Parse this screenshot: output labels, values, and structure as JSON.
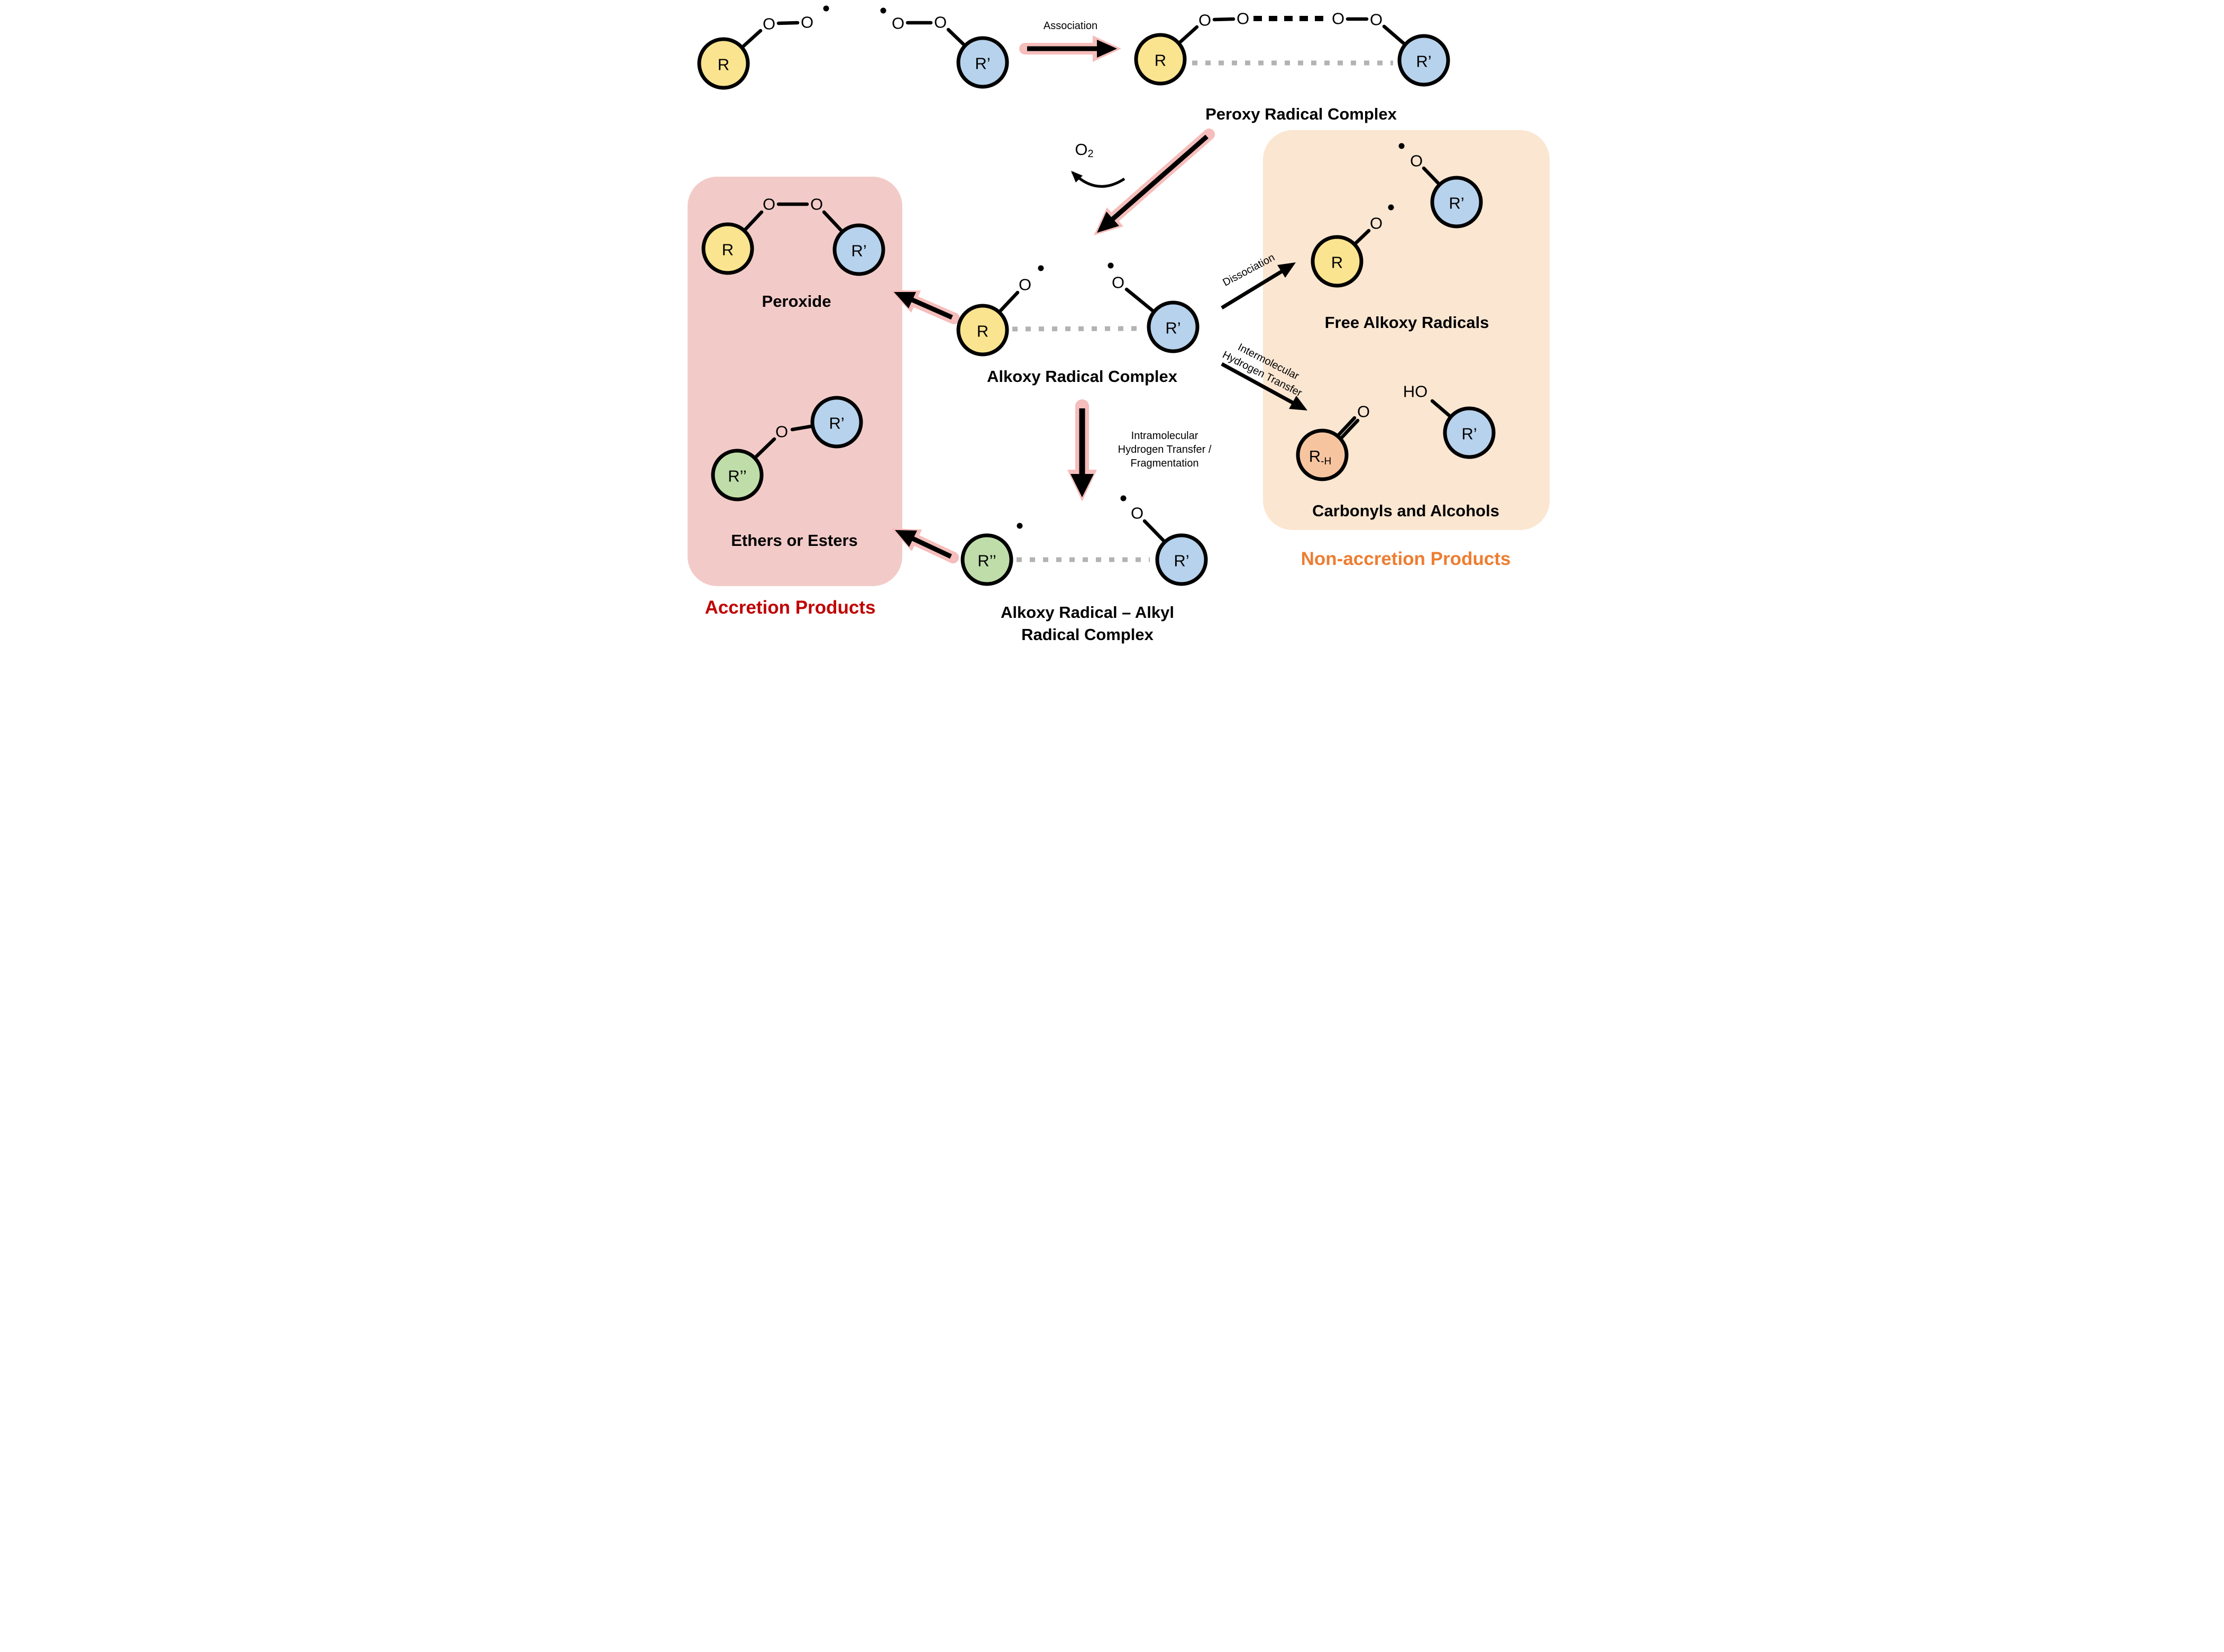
{
  "figure": {
    "association": "Association",
    "peroxy_complex": "Peroxy Radical Complex",
    "o2": {
      "main": "O",
      "sub": "2"
    },
    "dissociation": "Dissociation",
    "intermolecular": [
      "Intermolecular",
      "Hydrogen Transfer"
    ],
    "free_alkoxy": "Free Alkoxy Radicals",
    "alkoxy_complex": "Alkoxy Radical Complex",
    "peroxide": "Peroxide",
    "carbonyls": "Carbonyls and Alcohols",
    "intramolecular": [
      "Intramolecular",
      "Hydrogen Transfer /",
      "Fragmentation"
    ],
    "ethers": "Ethers or Esters",
    "alkoxy_alkyl": [
      "Alkoxy Radical – Alkyl",
      "Radical Complex"
    ],
    "accretion": "Accretion Products",
    "non_accretion": "Non-accretion Products",
    "ho": "HO"
  },
  "atoms": {
    "r": "R",
    "r_prime": "R’",
    "r_dprime": "R’’",
    "o": "O",
    "r_minus_h": {
      "main": "R",
      "sub": "-H"
    }
  },
  "colors": {
    "r-yellow": "#FAE48F",
    "rp-blue": "#B7D2EC",
    "rpp-green": "#BFDDA9",
    "rmh-orange": "#F6C5A0",
    "box-pink": "#F2CBC8",
    "box-orange": "#FBE6D1",
    "red-label": "#C00000",
    "orange-label": "#ED7D31",
    "glow": "#F5BDBB",
    "gray-dash": "#B3B3B3"
  }
}
